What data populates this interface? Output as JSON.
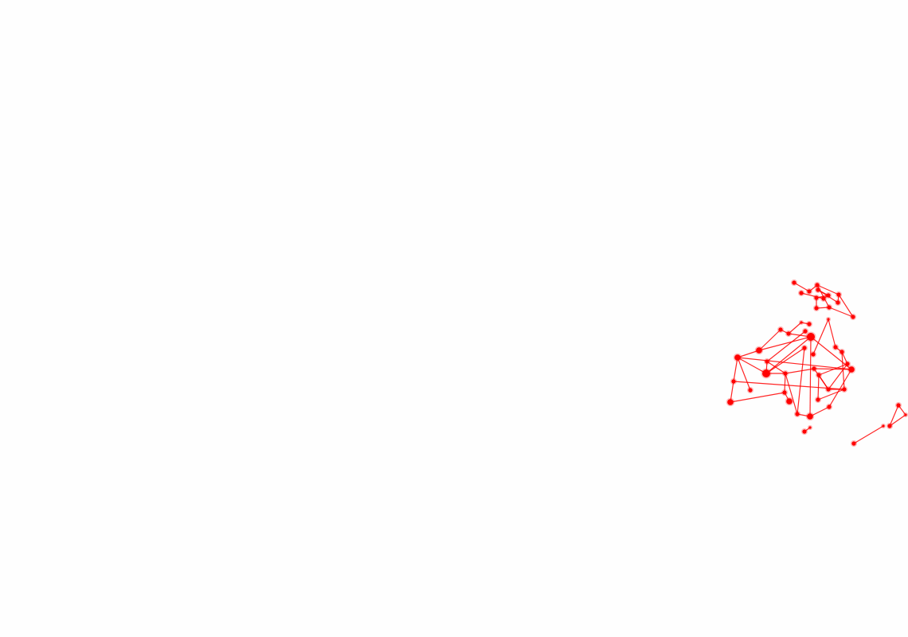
{
  "map": {
    "style": {
      "color": "#ff0000",
      "background": "#fefefe"
    },
    "nodes": [
      {
        "id": "p1",
        "lon": 997,
        "lat": 355,
        "size": "small"
      },
      {
        "id": "p2",
        "lon": 1006,
        "lat": 368,
        "size": "small"
      },
      {
        "id": "p3",
        "lon": 1016,
        "lat": 366,
        "size": "small"
      },
      {
        "id": "p4",
        "lon": 1026,
        "lat": 358,
        "size": "small"
      },
      {
        "id": "p5",
        "lon": 1027,
        "lat": 364,
        "size": "small"
      },
      {
        "id": "p6",
        "lon": 1025,
        "lat": 374,
        "size": "small"
      },
      {
        "id": "p7",
        "lon": 1040,
        "lat": 371,
        "size": "small"
      },
      {
        "id": "p8",
        "lon": 1053,
        "lat": 370,
        "size": "small"
      },
      {
        "id": "p9",
        "lon": 1052,
        "lat": 380,
        "size": "small"
      },
      {
        "id": "p10",
        "lon": 1025,
        "lat": 387,
        "size": "small"
      },
      {
        "id": "p11",
        "lon": 1041,
        "lat": 386,
        "size": "small"
      },
      {
        "id": "p12",
        "lon": 1071,
        "lat": 398,
        "size": "small"
      },
      {
        "id": "p13",
        "lon": 1034,
        "lat": 375,
        "size": "small"
      },
      {
        "id": "a1",
        "lon": 926,
        "lat": 449,
        "size": "medium"
      },
      {
        "id": "a2",
        "lon": 953,
        "lat": 440,
        "size": "medium"
      },
      {
        "id": "a3",
        "lon": 980,
        "lat": 414,
        "size": "small"
      },
      {
        "id": "a4",
        "lon": 990,
        "lat": 419,
        "size": "small"
      },
      {
        "id": "a5",
        "lon": 1006,
        "lat": 405,
        "size": "tiny"
      },
      {
        "id": "a6",
        "lon": 1016,
        "lat": 407,
        "size": "small"
      },
      {
        "id": "a7",
        "lon": 1011,
        "lat": 416,
        "size": "small"
      },
      {
        "id": "a8",
        "lon": 1018,
        "lat": 423,
        "size": "large"
      },
      {
        "id": "a9",
        "lon": 963,
        "lat": 454,
        "size": "small"
      },
      {
        "id": "a10",
        "lon": 962,
        "lat": 469,
        "size": "large"
      },
      {
        "id": "a11",
        "lon": 986,
        "lat": 469,
        "size": "small"
      },
      {
        "id": "a12",
        "lon": 1010,
        "lat": 437,
        "size": "small"
      },
      {
        "id": "a13",
        "lon": 1021,
        "lat": 445,
        "size": "small"
      },
      {
        "id": "a14",
        "lon": 1040,
        "lat": 401,
        "size": "tiny"
      },
      {
        "id": "a15",
        "lon": 1049,
        "lat": 436,
        "size": "small"
      },
      {
        "id": "a16",
        "lon": 1057,
        "lat": 442,
        "size": "small"
      },
      {
        "id": "a17",
        "lon": 1064,
        "lat": 457,
        "size": "small"
      },
      {
        "id": "a18",
        "lon": 1069,
        "lat": 464,
        "size": "medium"
      },
      {
        "id": "a19",
        "lon": 1022,
        "lat": 463,
        "size": "small"
      },
      {
        "id": "a20",
        "lon": 1028,
        "lat": 471,
        "size": "small"
      },
      {
        "id": "a21",
        "lon": 921,
        "lat": 479,
        "size": "small"
      },
      {
        "id": "a22",
        "lon": 942,
        "lat": 490,
        "size": "small"
      },
      {
        "id": "a23",
        "lon": 985,
        "lat": 493,
        "size": "small"
      },
      {
        "id": "a24",
        "lon": 991,
        "lat": 504,
        "size": "medium"
      },
      {
        "id": "a25",
        "lon": 917,
        "lat": 505,
        "size": "medium"
      },
      {
        "id": "a26",
        "lon": 1040,
        "lat": 489,
        "size": "small"
      },
      {
        "id": "a27",
        "lon": 1060,
        "lat": 489,
        "size": "small"
      },
      {
        "id": "a28",
        "lon": 1027,
        "lat": 502,
        "size": "small"
      },
      {
        "id": "a29",
        "lon": 1041,
        "lat": 511,
        "size": "small"
      },
      {
        "id": "a30",
        "lon": 1001,
        "lat": 520,
        "size": "small"
      },
      {
        "id": "a31",
        "lon": 1017,
        "lat": 523,
        "size": "medium"
      },
      {
        "id": "a32",
        "lon": 1010,
        "lat": 542,
        "size": "small"
      },
      {
        "id": "a33",
        "lon": 1017,
        "lat": 537,
        "size": "tiny"
      },
      {
        "id": "n1",
        "lon": 1128,
        "lat": 509,
        "size": "small"
      },
      {
        "id": "n2",
        "lon": 1137,
        "lat": 521,
        "size": "tiny"
      },
      {
        "id": "n3",
        "lon": 1117,
        "lat": 535,
        "size": "small"
      },
      {
        "id": "n4",
        "lon": 1109,
        "lat": 535,
        "size": "tiny"
      },
      {
        "id": "n5",
        "lon": 1072,
        "lat": 557,
        "size": "small"
      }
    ],
    "edges": [
      [
        "p1",
        "p3"
      ],
      [
        "p3",
        "p4"
      ],
      [
        "p2",
        "p13"
      ],
      [
        "p4",
        "p8"
      ],
      [
        "p4",
        "p11"
      ],
      [
        "p5",
        "p9"
      ],
      [
        "p6",
        "p7"
      ],
      [
        "p6",
        "p10"
      ],
      [
        "p7",
        "p13"
      ],
      [
        "p8",
        "p9"
      ],
      [
        "p10",
        "p11"
      ],
      [
        "p11",
        "p12"
      ],
      [
        "p8",
        "p12"
      ],
      [
        "p5",
        "p7"
      ],
      [
        "a1",
        "a2"
      ],
      [
        "a2",
        "a3"
      ],
      [
        "a3",
        "a4"
      ],
      [
        "a4",
        "a5"
      ],
      [
        "a5",
        "a6"
      ],
      [
        "a2",
        "a8"
      ],
      [
        "a4",
        "a8"
      ],
      [
        "a1",
        "a10"
      ],
      [
        "a1",
        "a18"
      ],
      [
        "a1",
        "a21"
      ],
      [
        "a1",
        "a22"
      ],
      [
        "a9",
        "a10"
      ],
      [
        "a9",
        "a7"
      ],
      [
        "a10",
        "a8"
      ],
      [
        "a10",
        "a12"
      ],
      [
        "a10",
        "a11"
      ],
      [
        "a11",
        "a19"
      ],
      [
        "a11",
        "a23"
      ],
      [
        "a11",
        "a30"
      ],
      [
        "a23",
        "a25"
      ],
      [
        "a21",
        "a25"
      ],
      [
        "a21",
        "a27"
      ],
      [
        "a9",
        "a11"
      ],
      [
        "a8",
        "a18"
      ],
      [
        "a8",
        "a31"
      ],
      [
        "a14",
        "a13"
      ],
      [
        "a14",
        "a15"
      ],
      [
        "a15",
        "a16"
      ],
      [
        "a16",
        "a17"
      ],
      [
        "a17",
        "a20"
      ],
      [
        "a18",
        "a19"
      ],
      [
        "a17",
        "a26"
      ],
      [
        "a18",
        "a29"
      ],
      [
        "a19",
        "a26"
      ],
      [
        "a20",
        "a26"
      ],
      [
        "a26",
        "a27"
      ],
      [
        "a27",
        "a28"
      ],
      [
        "a28",
        "a20"
      ],
      [
        "a29",
        "a31"
      ],
      [
        "a30",
        "a31"
      ],
      [
        "a12",
        "a30"
      ],
      [
        "a16",
        "a27"
      ],
      [
        "a23",
        "a24"
      ],
      [
        "a32",
        "a33"
      ],
      [
        "n1",
        "n2"
      ],
      [
        "n2",
        "n3"
      ],
      [
        "n3",
        "n1"
      ],
      [
        "n4",
        "n5"
      ]
    ]
  }
}
